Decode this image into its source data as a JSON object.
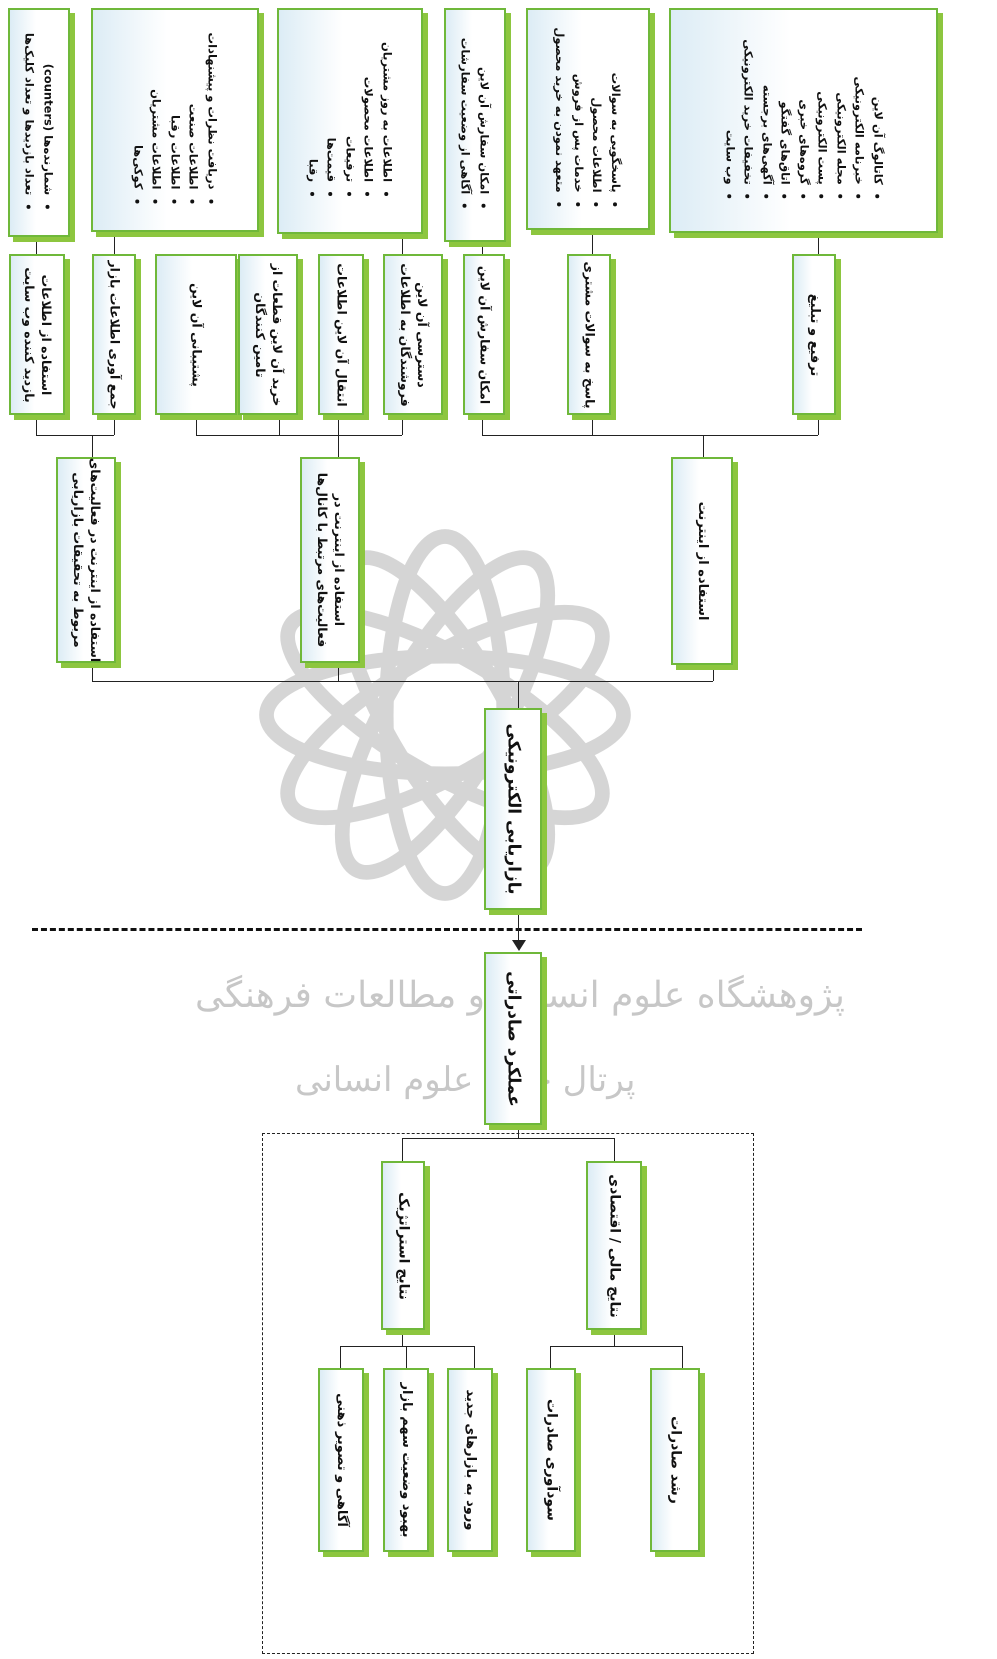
{
  "root_box": {
    "label": "بازاریابی الکترونیکی"
  },
  "result_box": {
    "label": "عملکرد صادراتی"
  },
  "level2": [
    {
      "lines": [
        "استفاده از اینترنت در فعالیت‌های",
        "مربوط به تحقیقات بازاریابی"
      ]
    },
    {
      "lines": [
        "استفاده از اینترنت در",
        "فعالیت‌های مرتبط با کانال‌ها"
      ]
    },
    {
      "lines": [
        "استفاده از اینترنت"
      ]
    }
  ],
  "level3": [
    {
      "lines": [
        "استفاده از اطلاعات",
        "بازدید کننده وب سایت"
      ]
    },
    {
      "lines": [
        "جمع آوری اطلاعات بازار"
      ]
    },
    {
      "lines": [
        "پشتیبانی آن لاین"
      ]
    },
    {
      "lines": [
        "خرید آن لاین قطعات از",
        "تامین کنندگان"
      ]
    },
    {
      "lines": [
        "انتقال آن لاین اطلاعات"
      ]
    },
    {
      "lines": [
        "دسترسی آن لاین",
        "فروشندگان به اطلاعات"
      ]
    },
    {
      "lines": [
        "امکان سفارش آن لاین"
      ]
    },
    {
      "lines": [
        "پاسخ به سوالات مشتری"
      ]
    },
    {
      "lines": [
        "ترفیع و تبلیغ"
      ]
    }
  ],
  "lists": [
    {
      "items": [
        "شمارنده‌ها (counters)",
        "تعداد بازدیدها و تعداد کلیک‌ها"
      ]
    },
    {
      "items": [
        "دریافت نظرات و پیشنهادات",
        "اطلاعات صنعت",
        "اطلاعات رقبا",
        "اطلاعات مشتریان",
        "کوکی‌ها"
      ]
    },
    {
      "items": [
        "اطلاعات به روز مشتریان",
        "اطلاعات محصولات",
        "ترفیعات",
        "قیمت‌ها",
        "رقبا"
      ]
    },
    {
      "items": [
        "امکان سفارش آن لاین",
        "آگاهی از وضعیت سفارشات"
      ]
    },
    {
      "items": [
        "پاسخگویی به سوالات",
        "اطلاعات محصول",
        "خدمات پس از فروش",
        "متعهد نمودن به خرید محصول"
      ]
    },
    {
      "items": [
        "کاتالوگ آن لاین",
        "خبرنامه الکترونیکی",
        "مجله الکترونیکی",
        "پست الکترونیکی",
        "گروه‌های خبری",
        "اتاق‌های گفتگو",
        "آگهی‌های برجسته",
        "تخفیفات خرید الکترونیکی",
        "وب سایت"
      ]
    }
  ],
  "outcomes": [
    {
      "lines": [
        "نتایج مالی / اقتصادی"
      ]
    },
    {
      "lines": [
        "نتایج استراتژیک"
      ]
    }
  ],
  "results": [
    {
      "lines": [
        "رشد صادرات"
      ]
    },
    {
      "lines": [
        "سودآوری صادرات"
      ]
    },
    {
      "lines": [
        "ورود به بازارهای جدید"
      ]
    },
    {
      "lines": [
        "بهبود وضعیت سهم بازار"
      ]
    },
    {
      "lines": [
        "آگاهی و تصویر ذهنی"
      ]
    }
  ],
  "watermark": {
    "line1": "پژوهشگاه علوم انسانی و مطالعات فرهنگی",
    "line2": "پرتال جامع علوم انسانی"
  },
  "colors": {
    "border": "#6fb83a",
    "shadow": "#8dc63f",
    "gradient": "#dcecf5"
  }
}
